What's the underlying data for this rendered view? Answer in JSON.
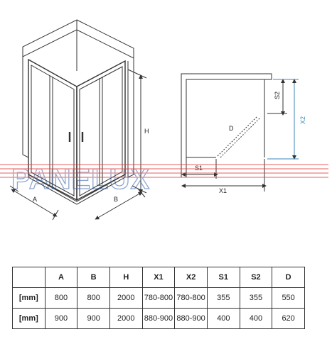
{
  "diagram": {
    "left_labels": {
      "height": "H",
      "width_a": "A",
      "width_b": "B"
    },
    "right_labels": {
      "d": "D",
      "s1": "S1",
      "s2": "S2",
      "x1": "X1",
      "x2": "X2"
    },
    "watermark": "PANELUX",
    "colors": {
      "line": "#333333",
      "blue_dim": "#3a86b8",
      "watermark_red": "#e23b3b",
      "watermark_blue": "#2f5ea8"
    }
  },
  "specs": {
    "headers": [
      "",
      "A",
      "B",
      "H",
      "X1",
      "X2",
      "S1",
      "S2",
      "D"
    ],
    "rows": [
      [
        "[mm]",
        "800",
        "800",
        "2000",
        "780-800",
        "780-800",
        "355",
        "355",
        "550"
      ],
      [
        "[mm]",
        "900",
        "900",
        "2000",
        "880-900",
        "880-900",
        "400",
        "400",
        "620"
      ]
    ]
  }
}
